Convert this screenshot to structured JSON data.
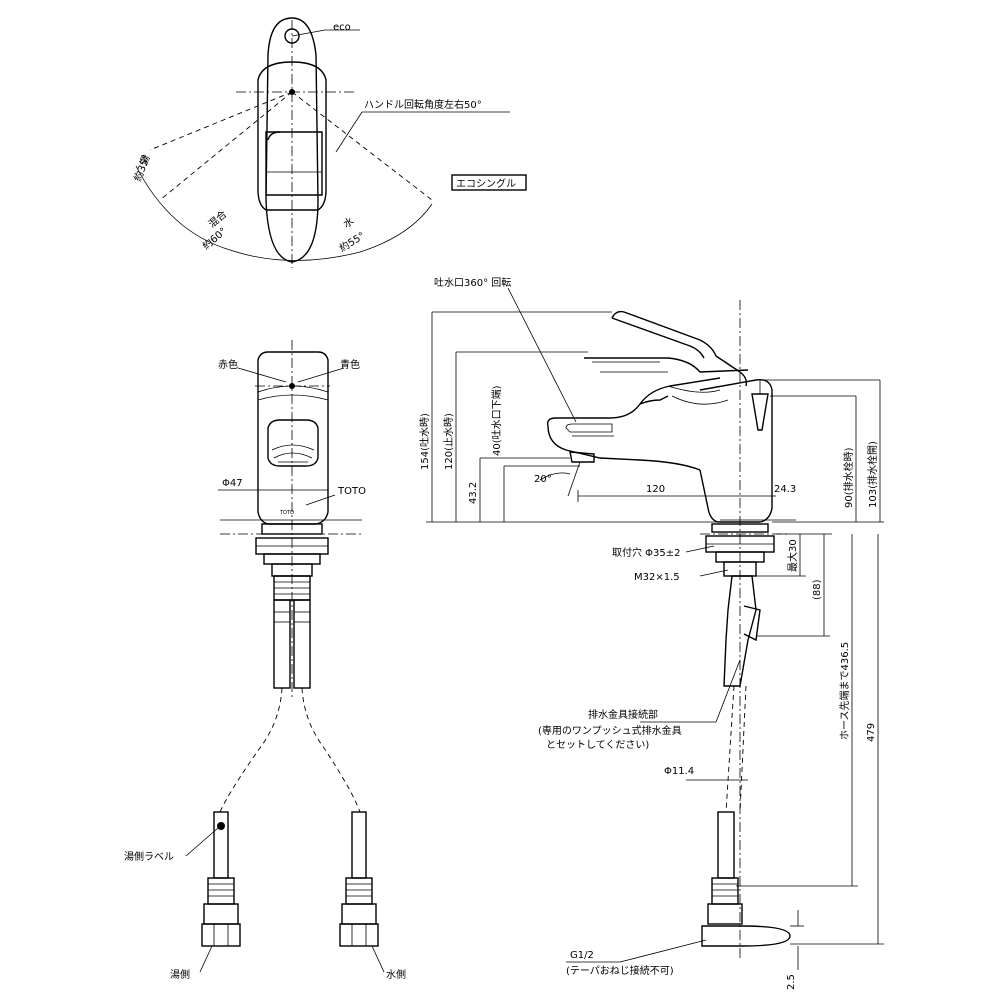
{
  "top_view": {
    "eco_label": "eco",
    "handle_rotation": "ハンドル回転角度左右50°",
    "angle_hot_label": "湯",
    "angle_hot_value": "約35°",
    "angle_mix_label": "混合",
    "angle_mix_value": "約60°",
    "angle_cold_label": "水",
    "angle_cold_value": "約55°",
    "eco_single_box": "エコシングル"
  },
  "front_view": {
    "red_label": "赤色",
    "blue_label": "青色",
    "diameter": "Φ47",
    "brand": "TOTO",
    "hot_side_label": "湯側ラベル",
    "hot_side": "湯側",
    "cold_side": "水側"
  },
  "side_view": {
    "spout_rotation": "吐水口360° 回転",
    "dim_154": "154(吐水時)",
    "dim_120": "120(止水時)",
    "dim_40": "40(吐水口下端)",
    "dim_43_2": "43.2",
    "dim_20": "20°",
    "dim_120_h": "120",
    "dim_24_3": "24.3",
    "dim_90": "90(排水栓時)",
    "dim_103": "103(排水栓開)",
    "mount_hole": "取付穴 Φ35±2",
    "thread": "M32×1.5",
    "max_30": "最大30",
    "dim_88": "(88)",
    "hose_length": "ホース先端まで436.5",
    "dim_479": "479",
    "drain_conn": "排水金具接続部",
    "drain_note_1": "(専用のワンプッシュ式排水金具",
    "drain_note_2": "とセットしてください)",
    "dim_11_4": "Φ11.4",
    "g12": "G1/2",
    "g12_note": "(テーパおねじ接続不可)",
    "dim_2_5": "2.5"
  }
}
